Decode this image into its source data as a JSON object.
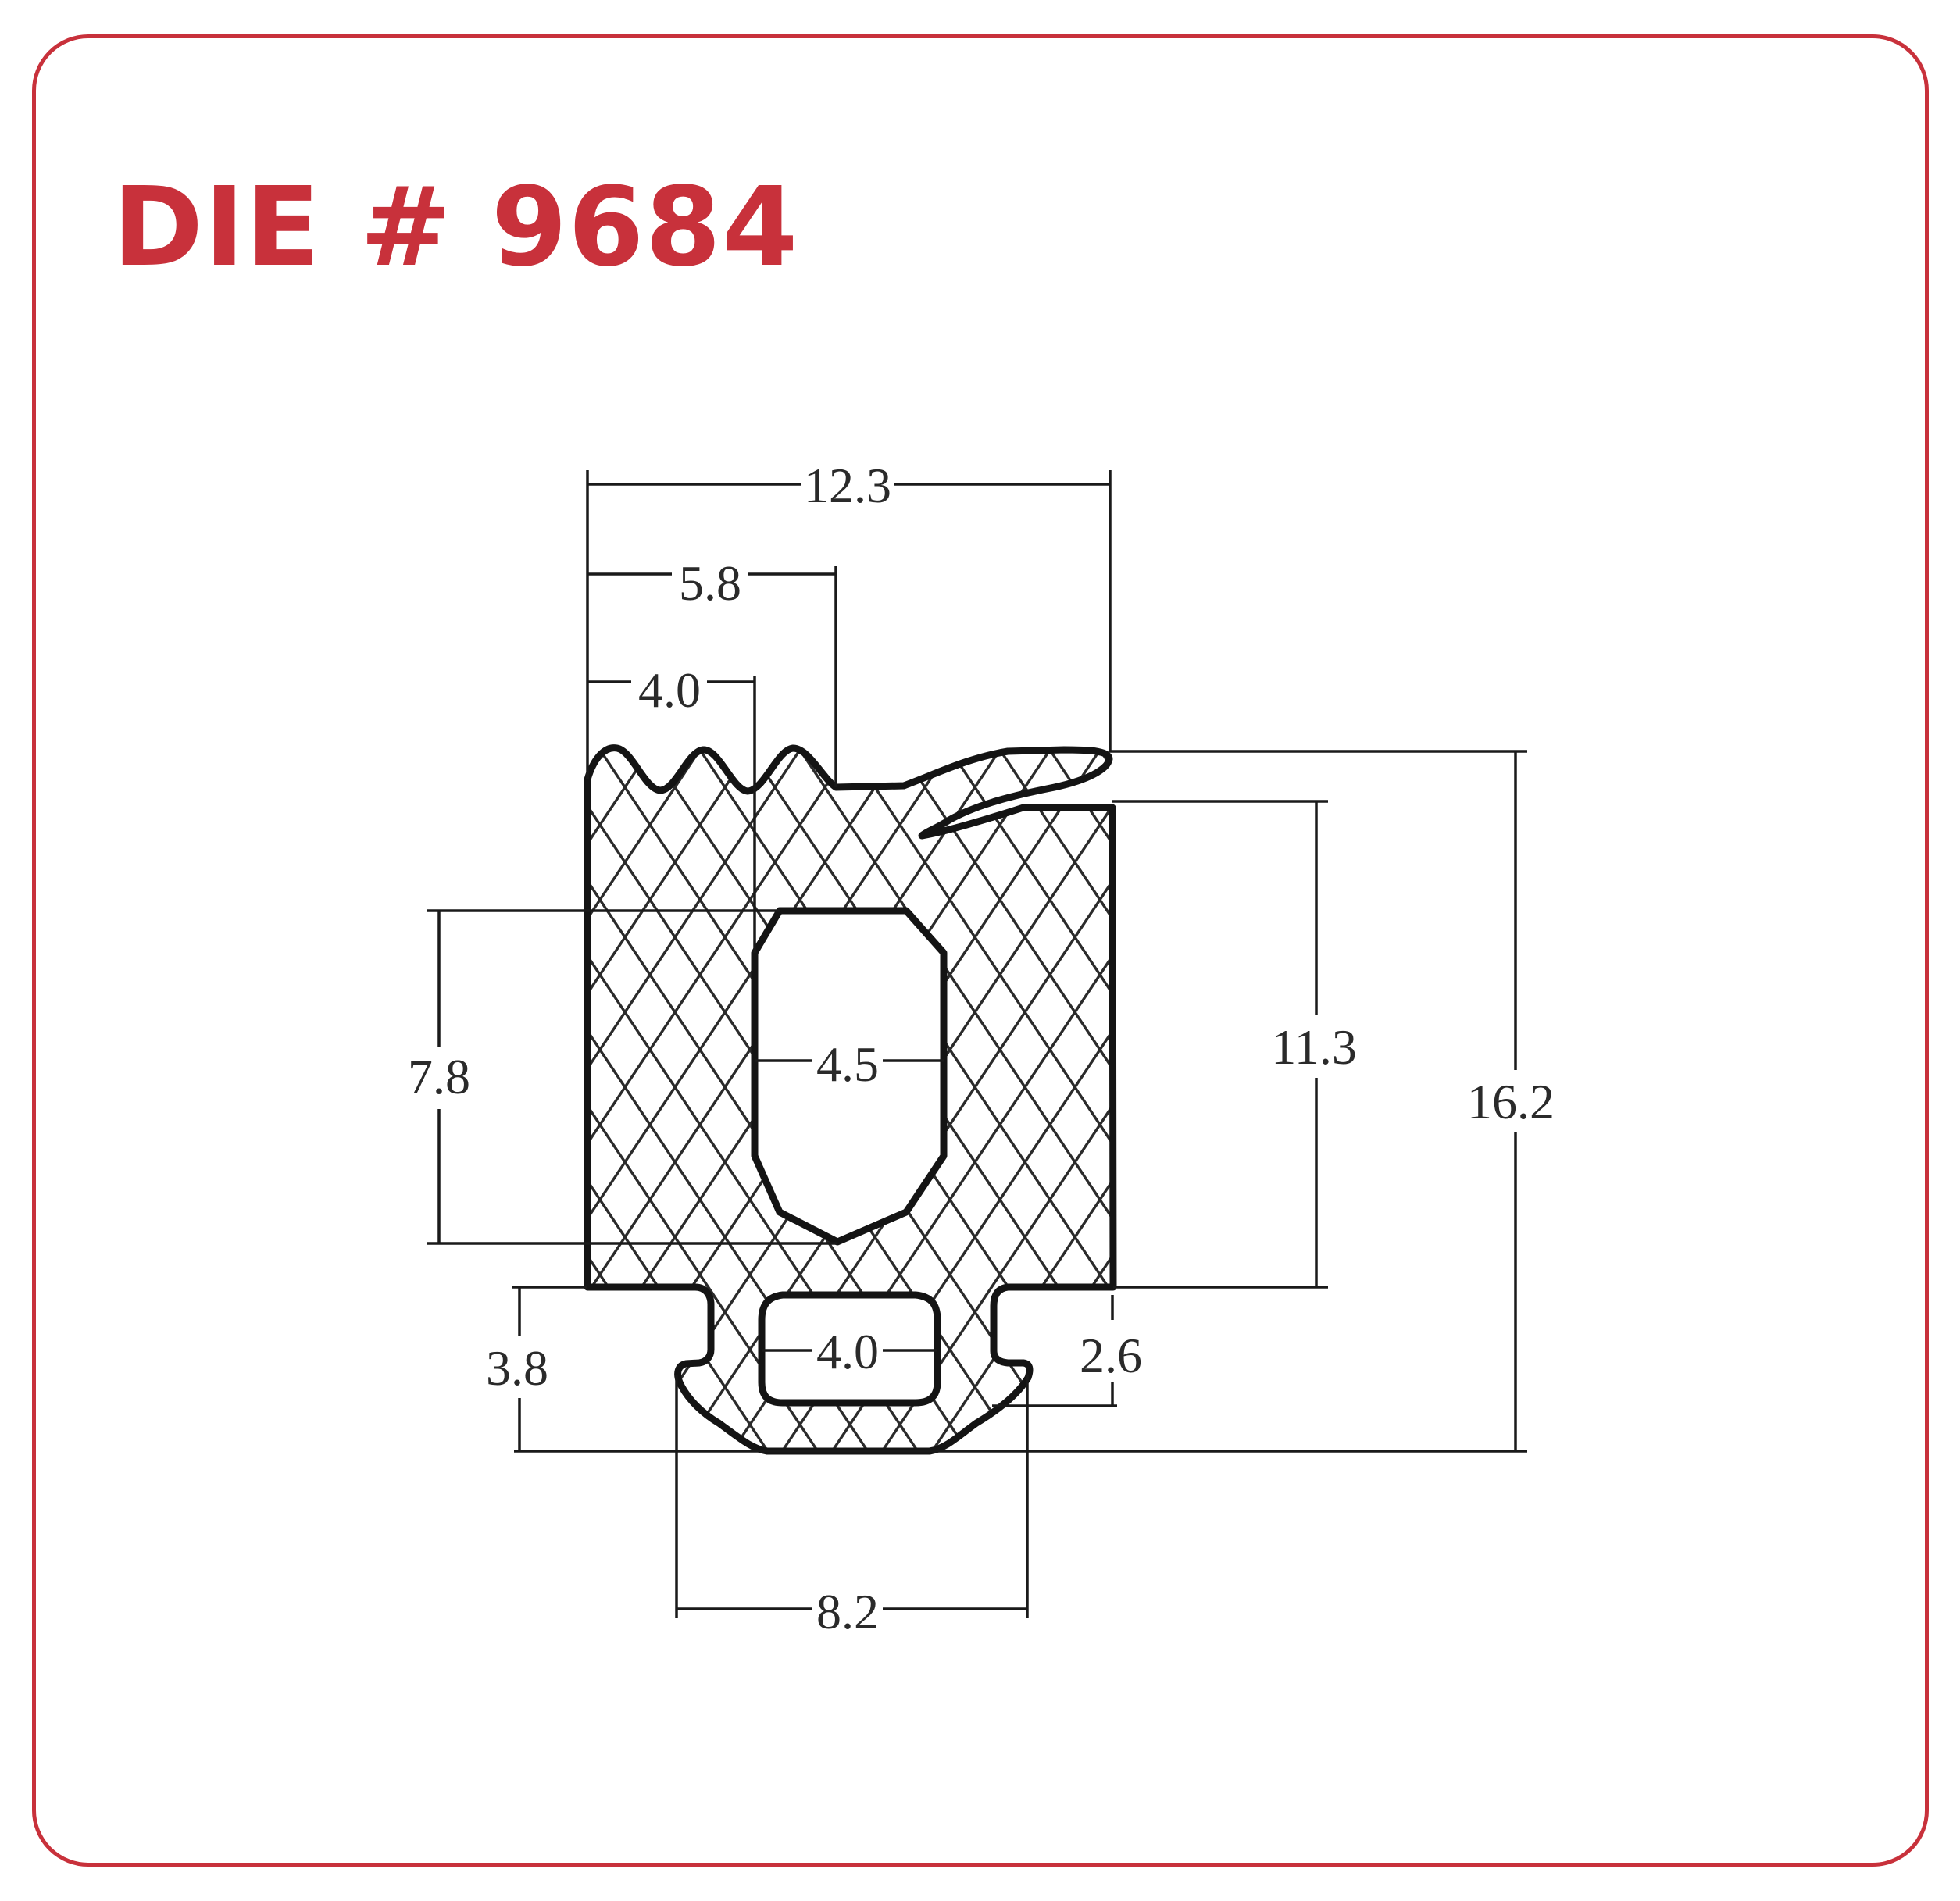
{
  "title": "DIE # 9684",
  "colors": {
    "brand": "#c8313b",
    "line": "#1a1a1a",
    "text": "#2a2a2a"
  },
  "dimensions": {
    "overall_width": "12.3",
    "width_5_8": "5.8",
    "width_top_4_0": "4.0",
    "hollow_width": "4.5",
    "hollow_height": "7.8",
    "inner_height": "11.3",
    "overall_height": "16.2",
    "base_hollow_width": "4.0",
    "base_height": "3.8",
    "base_offset": "2.6",
    "base_width": "8.2"
  }
}
